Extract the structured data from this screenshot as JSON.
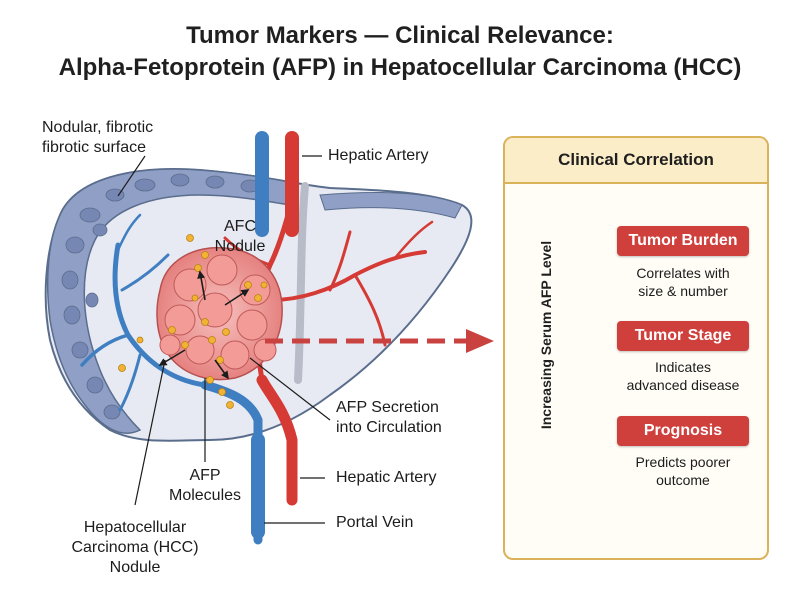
{
  "title": {
    "line1": "Tumor Markers — Clinical Relevance:",
    "line2": "Alpha-Fetoprotein (AFP) in Hepatocellular Carcinoma (HCC)"
  },
  "labels": {
    "surface_line1": "Nodular, fibrotic",
    "surface_line2": "fibrotic surface",
    "hepatic_artery_top": "Hepatic Artery",
    "afc_line1": "AFC",
    "afc_line2": "Nodule",
    "secretion_line1": "AFP Secretion",
    "secretion_line2": "into Circulation",
    "molecules_line1": "AFP",
    "molecules_line2": "Molecules",
    "hepatic_artery_bottom": "Hepatic Artery",
    "portal_vein": "Portal Vein",
    "hcc_line1": "Hepatocellular",
    "hcc_line2": "Carcinoma (HCC)",
    "hcc_line3": "Nodule"
  },
  "panel": {
    "heading": "Clinical Correlation",
    "axis_label": "Increasing Serum AFP Level",
    "items": [
      {
        "label": "Tumor Burden",
        "desc_line1": "Correlates with",
        "desc_line2": "size & number"
      },
      {
        "label": "Tumor Stage",
        "desc_line1": "Indicates",
        "desc_line2": "advanced disease"
      },
      {
        "label": "Prognosis",
        "desc_line1": "Predicts poorer",
        "desc_line2": "outcome"
      }
    ]
  },
  "colors": {
    "liver": "#e7eaf3",
    "liver_outline": "#5a6d8c",
    "cirrhosis_surface": "#8f9fc6",
    "artery": "#d53a34",
    "vein": "#3f7fc1",
    "tumor": "#ef9a98",
    "afp_molecule": "#f2b233",
    "arrow": "#c94240",
    "panel_border": "#d9b25a",
    "panel_header": "#fbedc7",
    "pill": "#cf3f3c"
  }
}
